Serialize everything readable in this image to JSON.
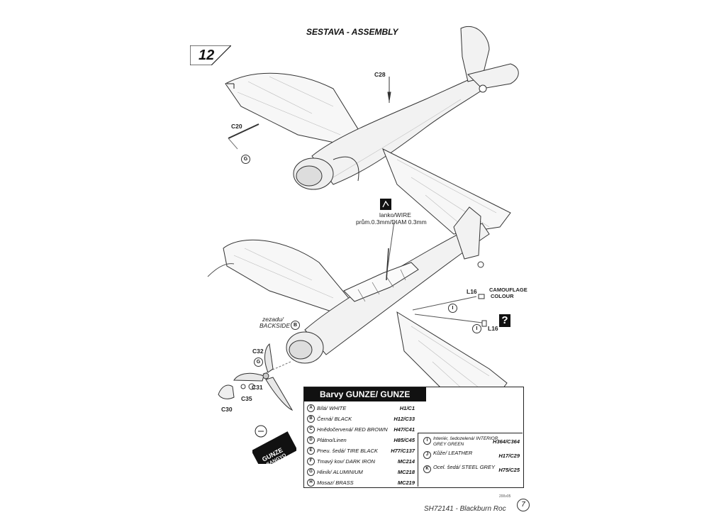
{
  "title": "SESTAVA -  ASSEMBLY",
  "step": "12",
  "parts": {
    "c28": "C28",
    "c20": "C20",
    "c32": "C32",
    "c31": "C31",
    "c35": "C35",
    "c30": "C30",
    "l16a": "L16",
    "l16b": "L16"
  },
  "notes": {
    "wire_1": "lanko/WIRE",
    "wire_2": "prům.0.3mm/DIAM 0.3mm",
    "camo_1": "CAMOUFLAGE",
    "camo_2": "COLOUR",
    "back_1": "zezadu/",
    "back_2": "BACKSIDE"
  },
  "drops": {
    "g1": "G",
    "b1": "B",
    "g2": "G",
    "i1": "I",
    "i2": "I"
  },
  "color_table": {
    "heading": "Barvy GUNZE/ GUNZE",
    "left": [
      {
        "letter": "A",
        "name": "Bílá/ WHITE",
        "code": "H1/C1"
      },
      {
        "letter": "B",
        "name": "Černá/ BLACK",
        "code": "H12/C33"
      },
      {
        "letter": "C",
        "name": "Hnědočervená/ RED BROWN",
        "code": "H47/C41"
      },
      {
        "letter": "D",
        "name": "Plátno/Linen",
        "code": "H85/C45"
      },
      {
        "letter": "E",
        "name": "Pneu. šedá/ TIRE BLACK",
        "code": "H77/C137"
      },
      {
        "letter": "F",
        "name": "Tmavý kov/ DARK IRON",
        "code": "MC214"
      },
      {
        "letter": "G",
        "name": "Hliník/ ALUMINIUM",
        "code": "MC218"
      },
      {
        "letter": "H",
        "name": "Mosaz/ BRASS",
        "code": "MC219"
      }
    ],
    "right": [
      {
        "letter": "I",
        "name": "Interiér, šedozelená/ INTERIOR GREY GREEN",
        "code": "H364/C364"
      },
      {
        "letter": "J",
        "name": "Kůže/ LEATHER",
        "code": "H17/C29"
      },
      {
        "letter": "K",
        "name": "Ocel. šedá/ STEEL GREY",
        "code": "H75/C25"
      }
    ]
  },
  "footer": {
    "model": "SH72141 - Blackburn Roc",
    "page": "7",
    "year": "200v05"
  },
  "colors": {
    "ink": "#222222",
    "panel": "#111111"
  }
}
